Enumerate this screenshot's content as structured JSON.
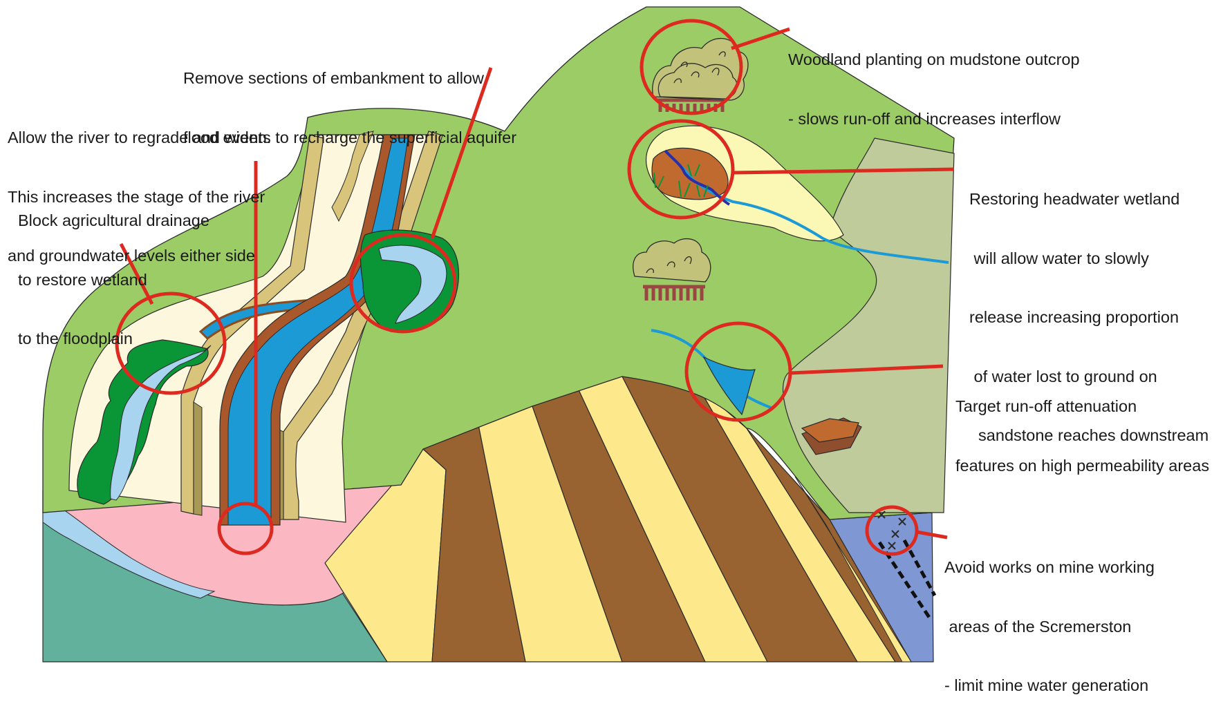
{
  "annotations": {
    "remove_embankment": [
      "Remove sections of embankment to allow",
      "flood events to recharge the superficial aquifer"
    ],
    "regrade_river": [
      "Allow the river to regrade and widen.",
      "This increases the stage of the river",
      "and groundwater levels either side"
    ],
    "block_drainage": [
      "Block agricultural drainage",
      "to restore wetland",
      "to the floodplain"
    ],
    "woodland_planting": [
      "Woodland planting on mudstone outcrop",
      "- slows run-off and increases interflow"
    ],
    "headwater_wetland": [
      "Restoring headwater wetland",
      " will allow water to slowly",
      "release increasing proportion",
      " of water lost to ground on",
      "  sandstone reaches downstream"
    ],
    "runoff_attenuation": [
      "Target run-off attenuation",
      "features on high permeability areas"
    ],
    "mine_workings": [
      "Avoid works on mine working",
      " areas of the Scremerston",
      "- limit mine water generation"
    ]
  },
  "colors": {
    "grass": "#9ccc65",
    "floodplain": "#fdf7dd",
    "river": "#1b9ad6",
    "light_water": "#a8d4ef",
    "wetland": "#0a9636",
    "pink_layer": "#fbb8c2",
    "teal_layer": "#62b19d",
    "brown_strata": "#986331",
    "yellow_strata": "#fde98b",
    "sage_area": "#c0cb9c",
    "mine_blue": "#7f98d3",
    "callout_red": "#dc2a20",
    "embankment": "#d8c47a"
  },
  "icons": [
    "tree-clump-icon",
    "wetland-patch-icon",
    "mine-workings-cross-icon"
  ]
}
